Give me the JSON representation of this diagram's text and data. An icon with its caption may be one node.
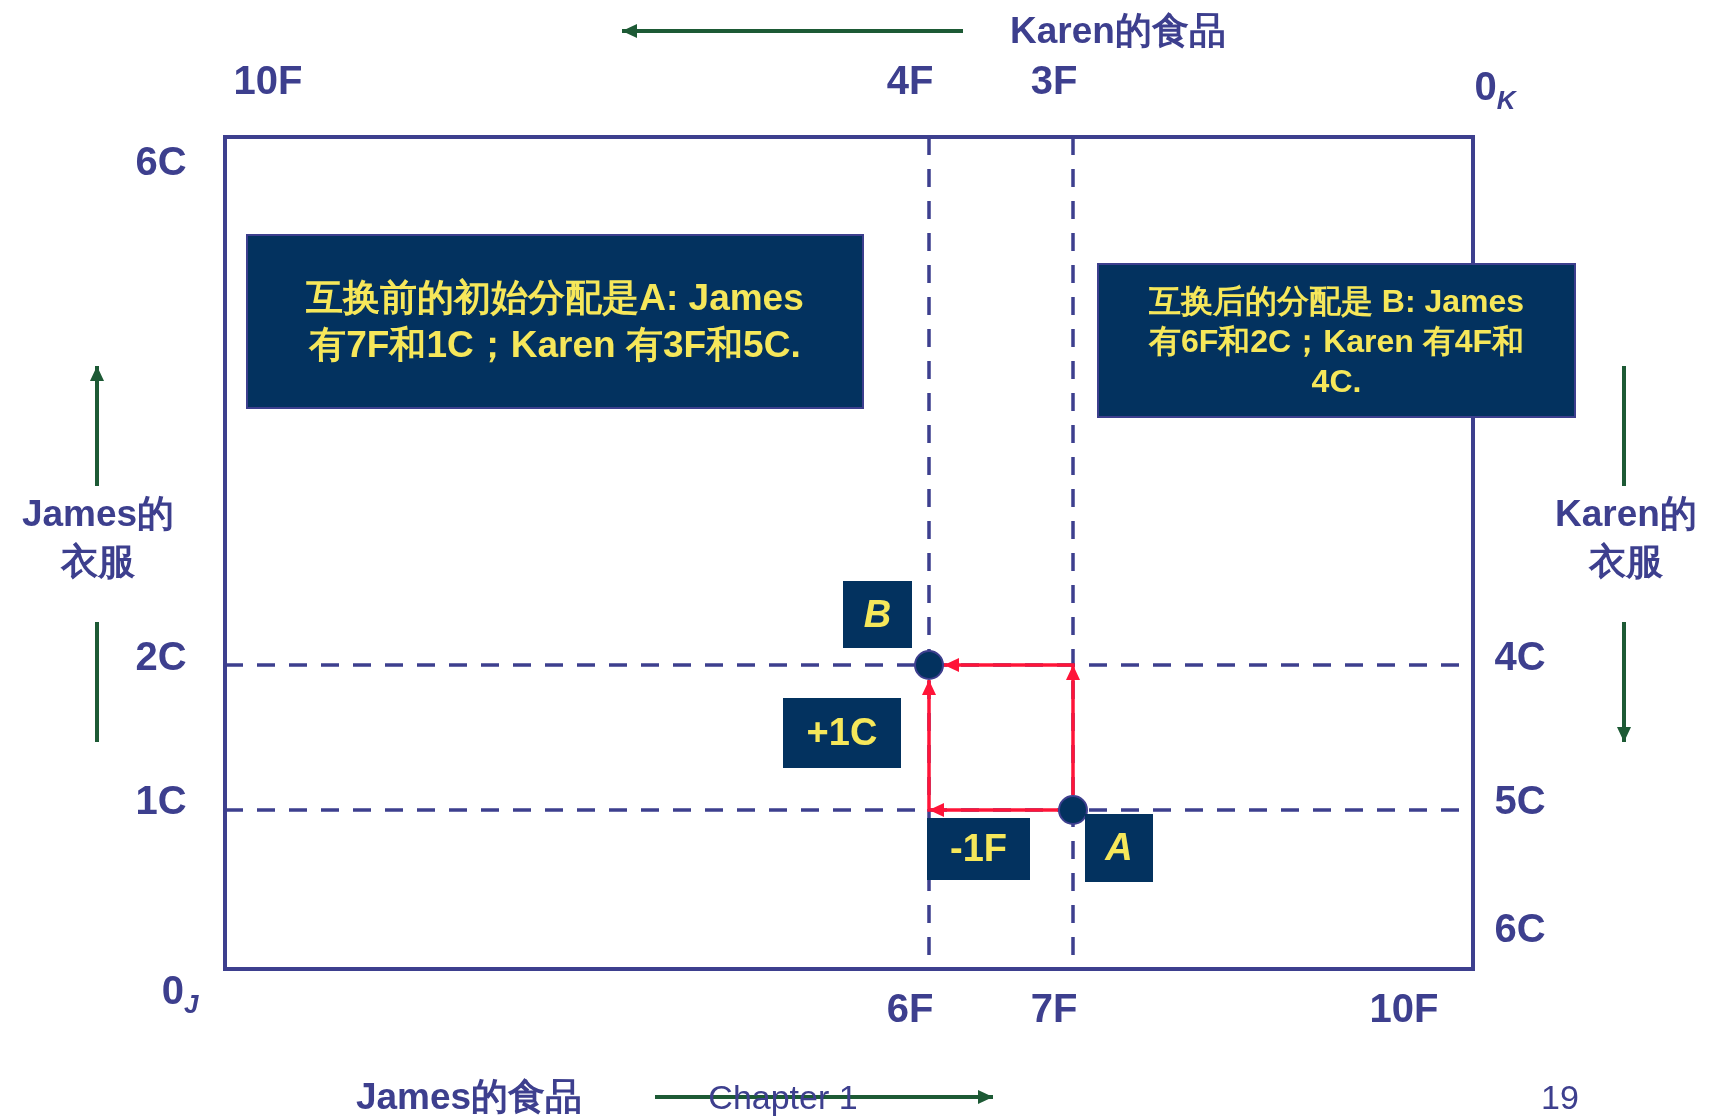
{
  "diagram": {
    "nodes": [
      {
        "text": [
          "互换前的初始分配是A: James 有7F和1C；Karen 有3F和5C."
        ]
      },
      {
        "text": [
          "互换后的分配是 B: James 有6F和2C；Karen 有4F和 4C."
        ]
      },
      {
        "text": [
          "B"
        ]
      },
      {
        "text": [],
        "shape": "circle"
      },
      {
        "text": [
          "+1C"
        ]
      },
      {
        "text": [],
        "shape": "circle"
      },
      {
        "text": [
          "-1F"
        ]
      },
      {
        "text": [
          "A"
        ]
      }
    ],
    "edges": [
      {
        "from": 5,
        "to": 3,
        "arrow": "to"
      },
      {
        "from": 5,
        "to": 3,
        "arrow": "to"
      }
    ],
    "labels": [
      "Karen的食品",
      "10F",
      "4F",
      "3F",
      "0$_{K}$",
      "6C",
      "James的衣服",
      "Karen的衣服",
      "2C",
      "4C",
      "1C",
      "5C",
      "6C",
      "0$_{J}$",
      "6F",
      "7F",
      "10F",
      "James的食品",
      "Chapter 1",
      "19"
    ]
  }
}
